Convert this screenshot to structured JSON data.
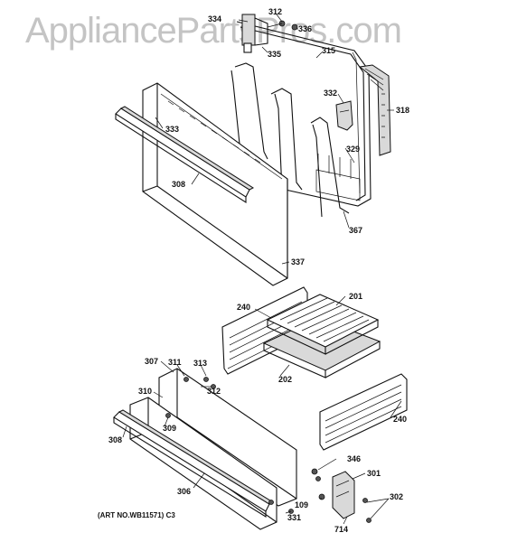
{
  "watermark": "AppliancePartsPros.com",
  "art_number": "(ART NO.WB11571) C3",
  "callouts": {
    "c334": "334",
    "c312a": "312",
    "c336": "336",
    "c335": "335",
    "c315": "315",
    "c332": "332",
    "c318": "318",
    "c333": "333",
    "c329": "329",
    "c308a": "308",
    "c367": "367",
    "c337": "337",
    "c240a": "240",
    "c201": "201",
    "c202": "202",
    "c307": "307",
    "c311": "311",
    "c313": "313",
    "c312b": "312",
    "c310": "310",
    "c309": "309",
    "c240b": "240",
    "c308b": "308",
    "c346": "346",
    "c301": "301",
    "c306": "306",
    "c109": "109",
    "c302": "302",
    "c331": "331",
    "c714": "714"
  }
}
